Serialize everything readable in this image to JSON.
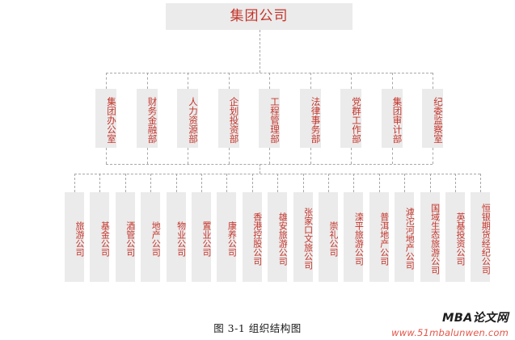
{
  "figure": {
    "caption": "图 3-1  组织结构图",
    "box_fill_color": "#ebebeb",
    "node_text_color": "#c4342a",
    "connector_color": "#a8a8a8",
    "background_color": "#ffffff"
  },
  "org_chart": {
    "root": {
      "label": "集团公司"
    },
    "departments": [
      {
        "label": "集团办公室"
      },
      {
        "label": "财务金融部"
      },
      {
        "label": "人力资源部"
      },
      {
        "label": "企划投资部"
      },
      {
        "label": "工程管理部"
      },
      {
        "label": "法律事务部"
      },
      {
        "label": "党群工作部"
      },
      {
        "label": "集团审计部"
      },
      {
        "label": "纪委监察室"
      }
    ],
    "subsidiaries": [
      {
        "label": "旅游公司"
      },
      {
        "label": "基金公司"
      },
      {
        "label": "酒管公司"
      },
      {
        "label": "地产公司"
      },
      {
        "label": "物业公司"
      },
      {
        "label": "置业公司"
      },
      {
        "label": "康养公司"
      },
      {
        "label": "香港控股公司"
      },
      {
        "label": "雄安旅游公司"
      },
      {
        "label": "张家口文旅公司"
      },
      {
        "label": "崇礼公司"
      },
      {
        "label": "滦平旅游公司"
      },
      {
        "label": "普洱地产公司"
      },
      {
        "label": "滹沱河地产公司"
      },
      {
        "label": "国域生态旅游公司"
      },
      {
        "label": "英基投资公司"
      },
      {
        "label": "恒银期货经纪公司"
      }
    ]
  },
  "watermark": {
    "title": "MBA论文网",
    "url": "www.51mbalunwen.com",
    "title_color": "#1d1d1d",
    "url_color": "#e2564a"
  }
}
